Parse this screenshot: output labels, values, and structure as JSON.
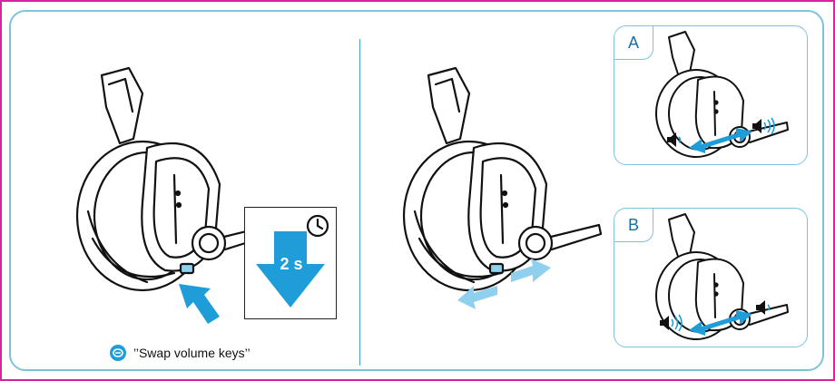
{
  "colors": {
    "frame_border": "#d6249f",
    "panel_border": "#7dc3dc",
    "accent_blue": "#1f9dd9",
    "arrow_light": "#8fd0ef",
    "ink": "#111111"
  },
  "left_scene": {
    "timer_label": "2 s",
    "caption": "’’Swap volume keys’’",
    "caption_icon": "voice-prompt-icon"
  },
  "right_scene": {
    "panel_a": {
      "tag": "A"
    },
    "panel_b": {
      "tag": "B"
    }
  }
}
